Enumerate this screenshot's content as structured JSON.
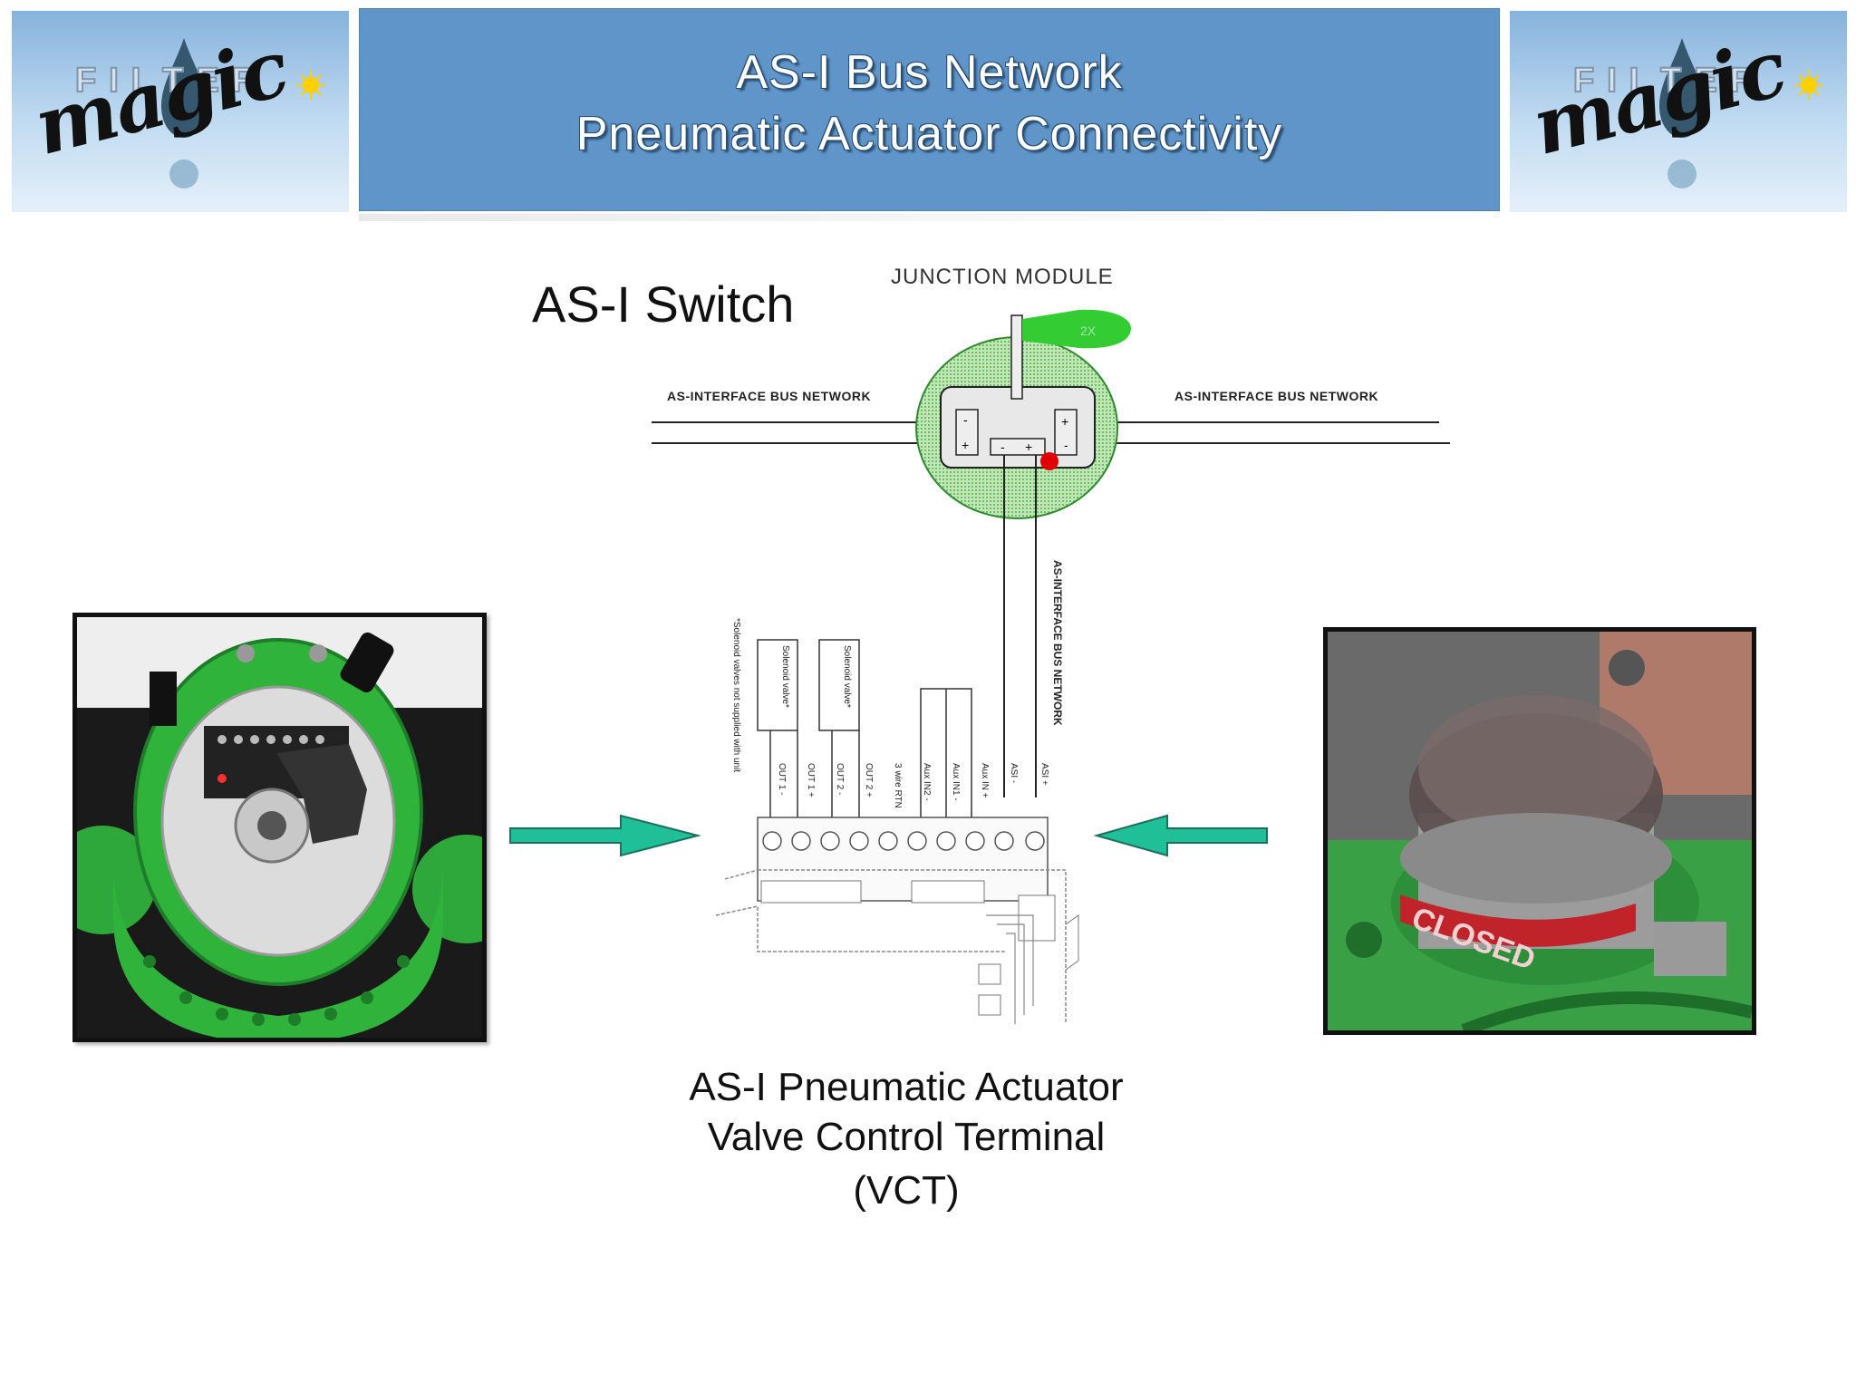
{
  "header": {
    "title_line1": "AS-I Bus Network",
    "title_line2": "Pneumatic Actuator Connectivity"
  },
  "logos": {
    "left": {
      "word1": "FILTER",
      "word2": "magic"
    },
    "right": {
      "word1": "FILTER",
      "word2": "magic"
    }
  },
  "diagram": {
    "switch_label": "AS-I Switch",
    "junction_label": "JUNCTION MODULE",
    "bus_left_label": "AS-INTERFACE BUS NETWORK",
    "bus_right_label": "AS-INTERFACE BUS NETWORK",
    "vertical_bus_label": "AS-INTERFACE BUS NETWORK",
    "module_text": "2X",
    "note": "*Solenoid valves not supplied with unit",
    "solenoid_1": "Solenoid valve*",
    "solenoid_2": "Solenoid valve*",
    "terminals": [
      "OUT 1 -",
      "OUT 1 +",
      "OUT 2 -",
      "OUT 2 +",
      "3 wire RTN",
      "Aux IN2 -",
      "Aux IN1 -",
      "Aux IN +",
      "ASI -",
      "ASI +"
    ]
  },
  "photos": {
    "right_badge": "CLOSED"
  },
  "vct": {
    "line1": "AS-I Pneumatic Actuator",
    "line2": "Valve Control Terminal",
    "line3": "(VCT)"
  },
  "colors": {
    "banner": "#5f95c8",
    "arrow": "#1fbf98",
    "actuator_green": "#35b53a",
    "indicator_red": "#e00000"
  }
}
